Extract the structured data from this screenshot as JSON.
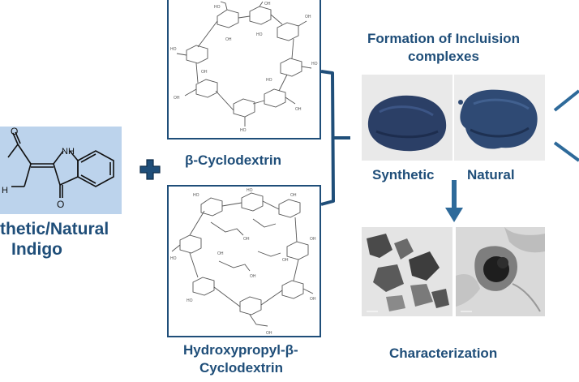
{
  "indigo": {
    "label_line1": "thetic/Natural",
    "label_line2": "Indigo",
    "atom_o_top": "O",
    "atom_nh": "NH",
    "atom_o_bottom": "O",
    "atom_h_left": "H"
  },
  "plus_symbol": "+",
  "beta_cd": {
    "label": "β-Cyclodextrin"
  },
  "hp_beta_cd": {
    "label_line1": "Hydroxypropyl-β-",
    "label_line2": "Cyclodextrin"
  },
  "inclusion": {
    "title_line1": "Formation of Incluision",
    "title_line2": "complexes"
  },
  "samples": {
    "synthetic": "Synthetic",
    "natural": "Natural"
  },
  "characterization": {
    "label": "Characterization"
  },
  "colors": {
    "label": "#1f4e79",
    "arrow": "#2e6a9a",
    "indigo_bg": "#bcd3ec",
    "powder": "#2b3f66",
    "photo_bg": "#e9e9e9"
  }
}
